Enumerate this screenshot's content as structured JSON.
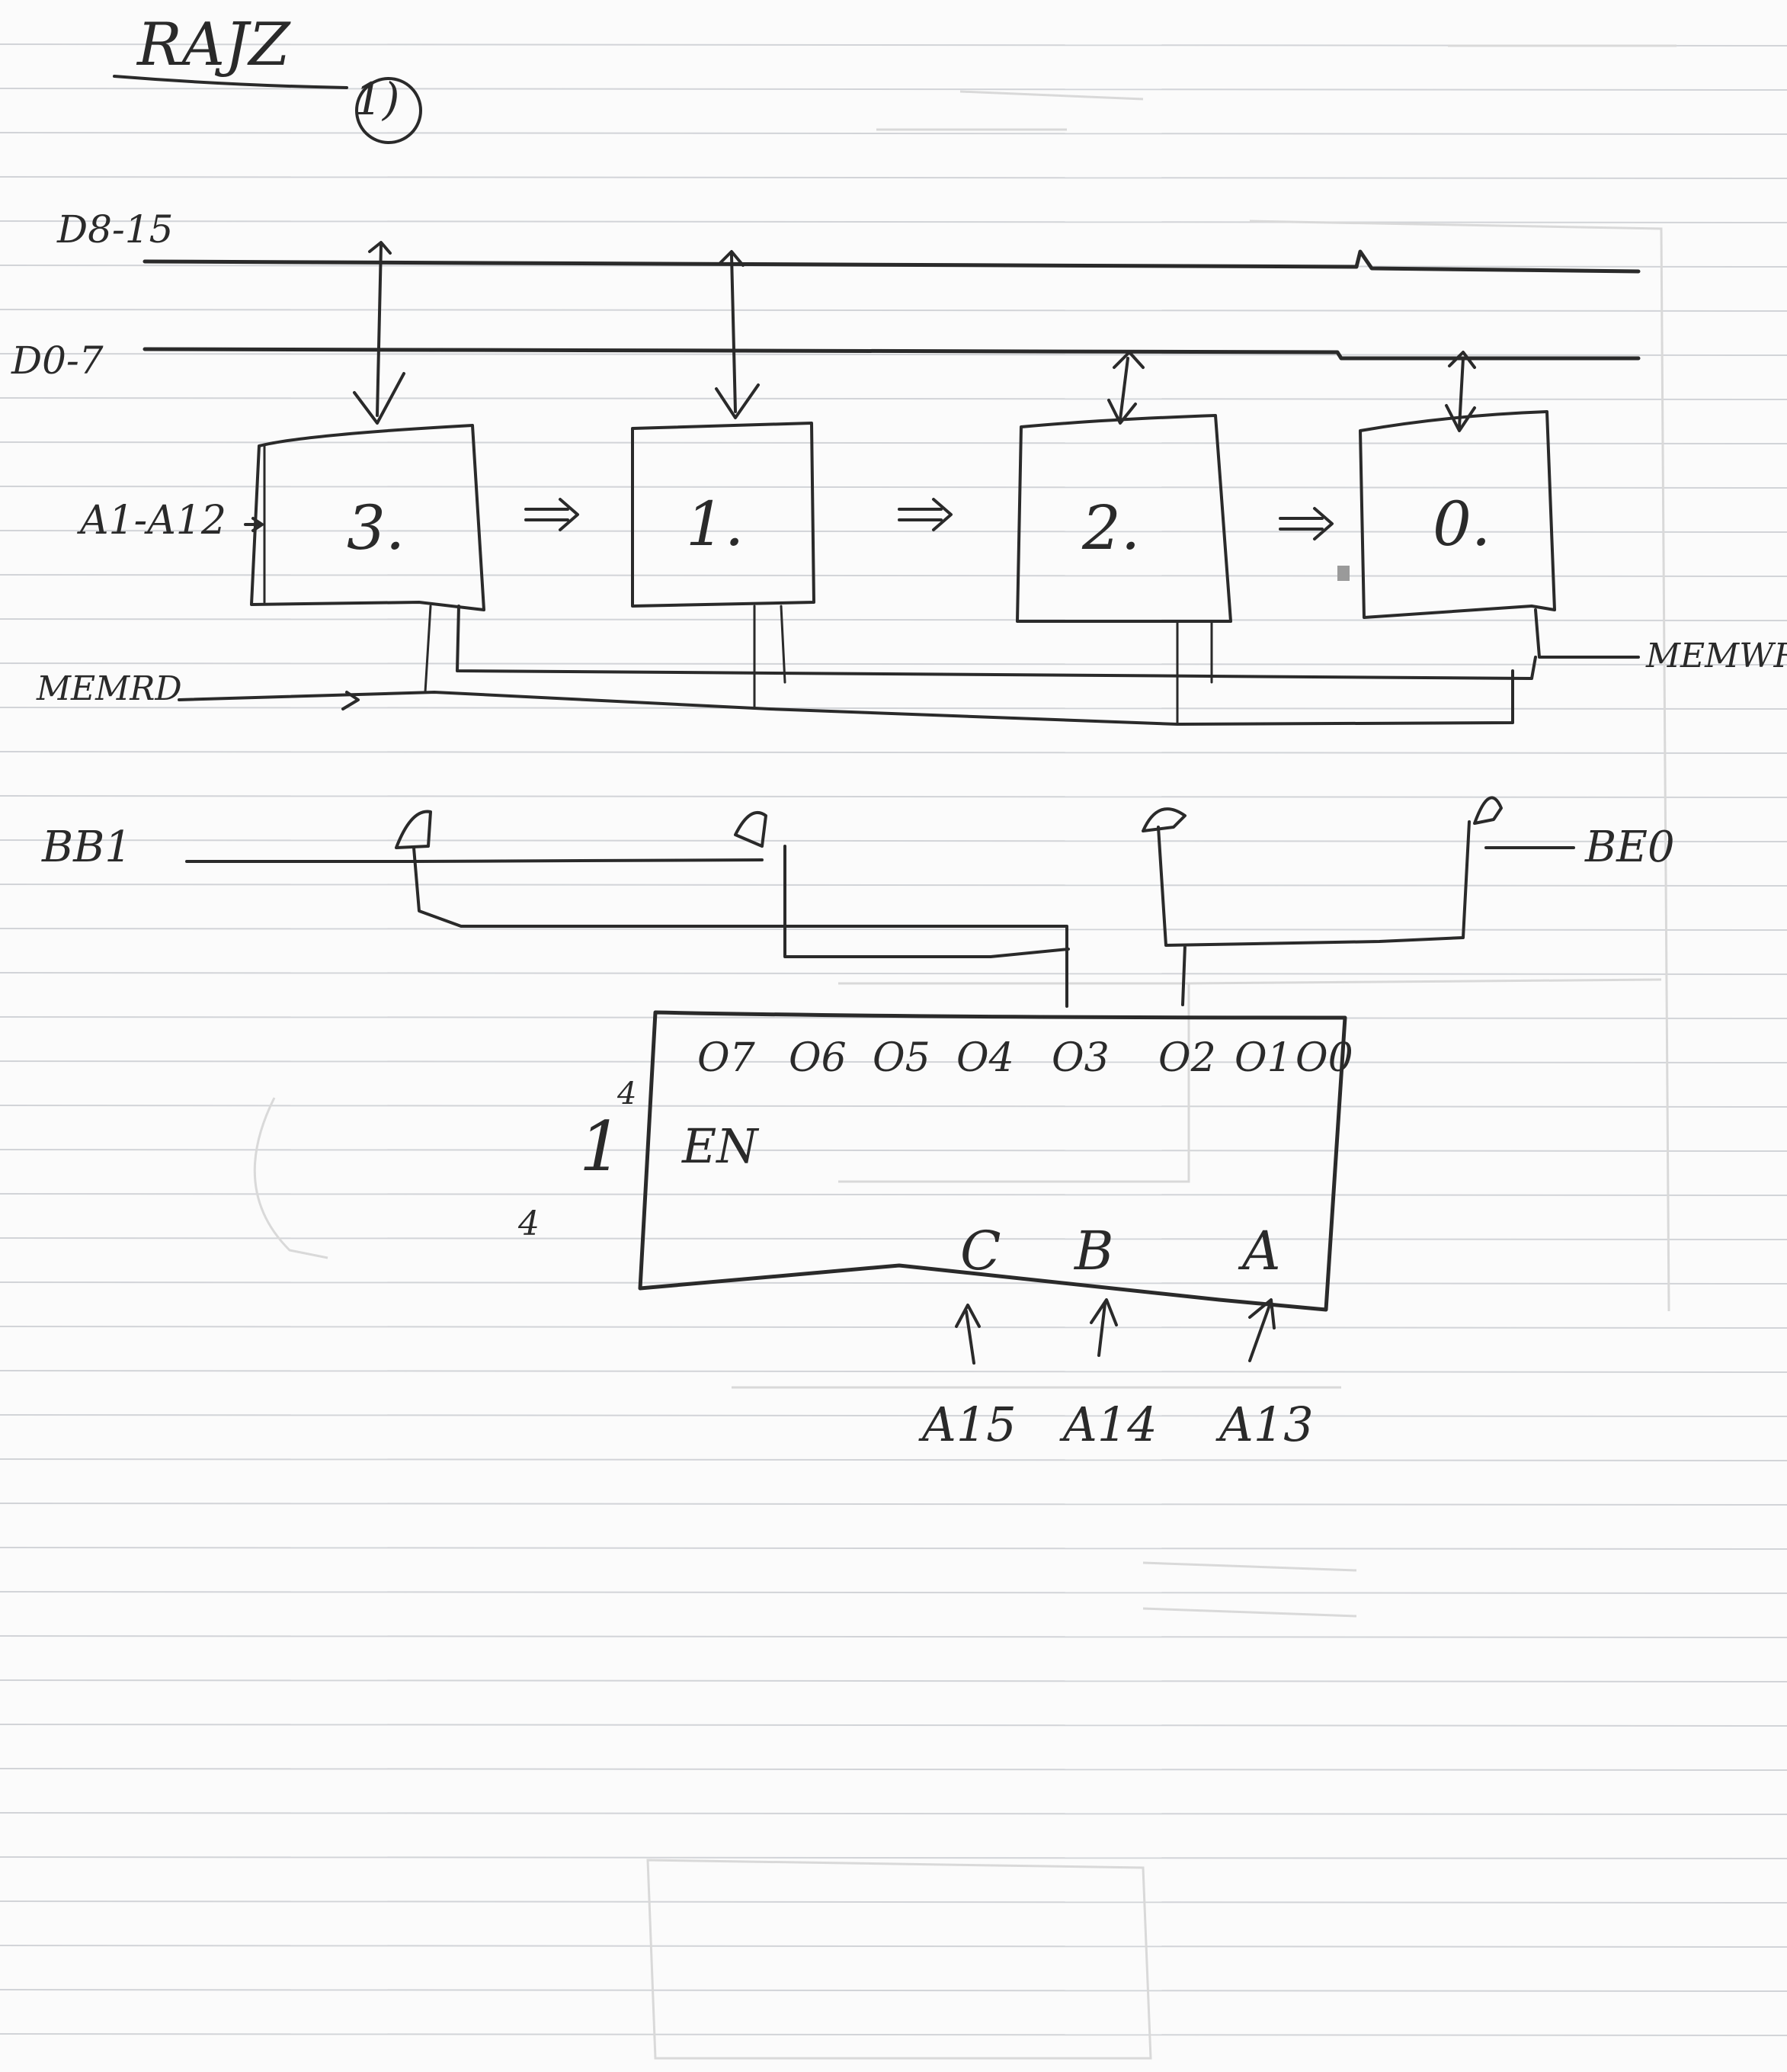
{
  "title": "RAJZ",
  "title_mark": "1)",
  "buses": {
    "data_high": "D8-15",
    "data_low": "D0-7",
    "address": "A1-A12",
    "memrd": "MEMRD",
    "memwr": "MEMWR",
    "bbl": "BB1",
    "be0": "BE0"
  },
  "chips": [
    "3.",
    "1.",
    "2.",
    "0."
  ],
  "decoder": {
    "outputs": [
      "O7",
      "O6",
      "O5",
      "O4",
      "O3",
      "O2",
      "O1",
      "O0"
    ],
    "enable": "EN",
    "enable_value": "1",
    "inputs": [
      "C",
      "B",
      "A"
    ],
    "address_lines": [
      "A15",
      "A14",
      "A13"
    ],
    "notes": [
      "4",
      "4"
    ]
  },
  "colors": {
    "ink": "#2a2a2a",
    "paper": "#fbfbfb",
    "rule": "#d2d4d8"
  }
}
